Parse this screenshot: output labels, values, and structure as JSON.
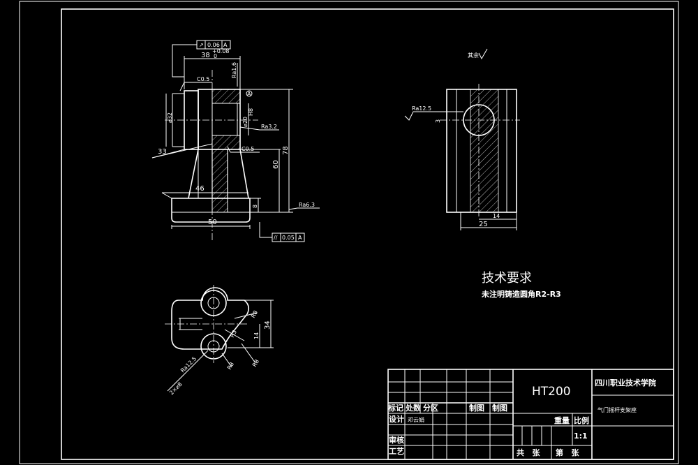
{
  "technical_requirements": {
    "title": "技术要求",
    "note": "未注明铸造圆角R2-R3"
  },
  "roughness_symbol_note": "其余",
  "front_view": {
    "dims": {
      "d1": "38",
      "d1_tol_upper": "+0.08",
      "d1_tol_lower": "0",
      "d_32": "⌀32",
      "d_33": "33",
      "d_46": "46",
      "d_50": "50",
      "d_60": "60",
      "d_78": "78",
      "d_8": "8",
      "chamfer_top": "C0.5",
      "chamfer_mid": "C0.5",
      "ra_top": "Ra1.6",
      "ra_mid": "Ra3.2",
      "ra_bottom": "Ra6.3",
      "bore": "⌀20",
      "bore_fit": "H8"
    },
    "tol_top": {
      "sym": "↗",
      "val": "0.06",
      "ref": "A"
    },
    "tol_bottom": {
      "sym": "//",
      "val": "0.05",
      "ref": "A"
    },
    "datum_a": "A"
  },
  "side_view": {
    "dims": {
      "d_25": "25",
      "d_14": "14",
      "d_3": "3",
      "ra": "Ra12.5"
    }
  },
  "top_view": {
    "dims": {
      "d_34": "34",
      "d_14": "14",
      "r8a": "R8",
      "r3": "R3",
      "r8b": "R8",
      "r8c": "R8",
      "holes": "2×⌀8",
      "ra": "Ra12.5"
    }
  },
  "title_block": {
    "material": "HT200",
    "school": "四川职业技术学院",
    "part_name": "气门摇杆支架座",
    "scale": "1:1",
    "labels": {
      "mark": "标记",
      "count": "处数",
      "zone": "分区",
      "draw1": "制图",
      "draw2": "制图",
      "design": "设计",
      "designer": "邓云娟",
      "weight": "重量",
      "ratio": "比例",
      "review": "审核",
      "process": "工艺",
      "total": "共   张",
      "sheet": "第   张"
    }
  }
}
